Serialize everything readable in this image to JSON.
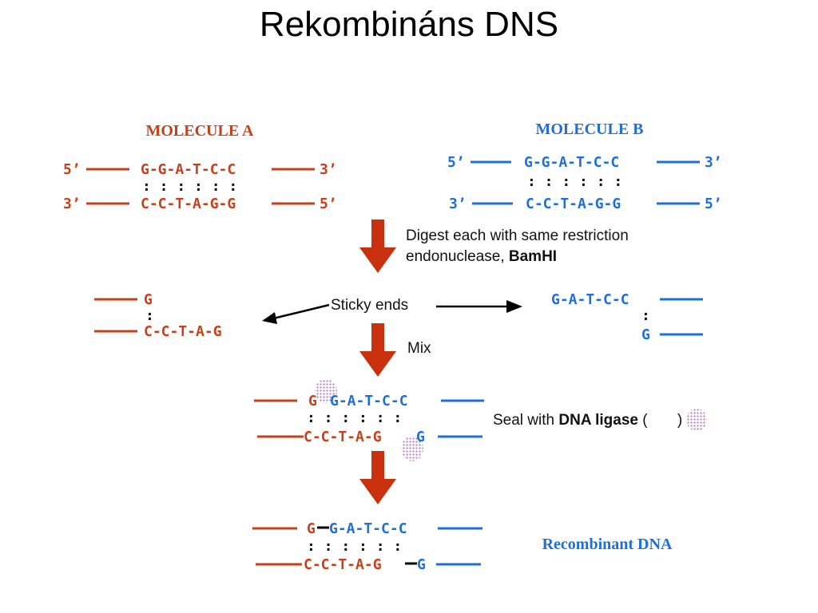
{
  "slide": {
    "title": "Rekombináns DNS"
  },
  "colors": {
    "molA": "#c8401a",
    "molB": "#1e6fdc",
    "arrow": "#c8300e",
    "ligase": "#c070d8",
    "text": "#111111"
  },
  "molecule_a": {
    "title": "MOLECULE A",
    "top_5": "5’",
    "top_seq": "G-G-A-T-C-C",
    "top_3": "3’",
    "dots": ": : : : : :",
    "bot_3": "3’",
    "bot_seq": "C-C-T-A-G-G",
    "bot_5": "5’"
  },
  "molecule_b": {
    "title": "MOLECULE B",
    "top_5": "5’",
    "top_seq": "G-G-A-T-C-C",
    "top_3": "3’",
    "dots": ": : : : : :",
    "bot_3": "3’",
    "bot_seq": "C-C-T-A-G-G",
    "bot_5": "5’"
  },
  "step_digest": {
    "line1": "Digest each with same restriction",
    "line2_prefix": "endonuclease, ",
    "enzyme": "BamHI"
  },
  "sticky": {
    "label": "Sticky ends",
    "a_top": "G",
    "a_colon": ":",
    "a_bottom": "C-C-T-A-G",
    "b_top": "G-A-T-C-C",
    "b_colon": ":",
    "b_bottom": "G"
  },
  "step_mix": {
    "label": "Mix"
  },
  "mixed": {
    "top_a": "G",
    "top_b": "G-A-T-C-C",
    "dots": ": : : : : :",
    "bot_a": "C-C-T-A-G",
    "bot_b": "G"
  },
  "seal": {
    "prefix": "Seal with ",
    "enzyme": "DNA ligase",
    "open": " (",
    "close": " )"
  },
  "recombinant": {
    "top_a": "G",
    "top_b": "G-A-T-C-C",
    "dots": ": : : : : :",
    "bot_a": "C-C-T-A-G",
    "bot_b": "G",
    "label": "Recombinant DNA"
  }
}
